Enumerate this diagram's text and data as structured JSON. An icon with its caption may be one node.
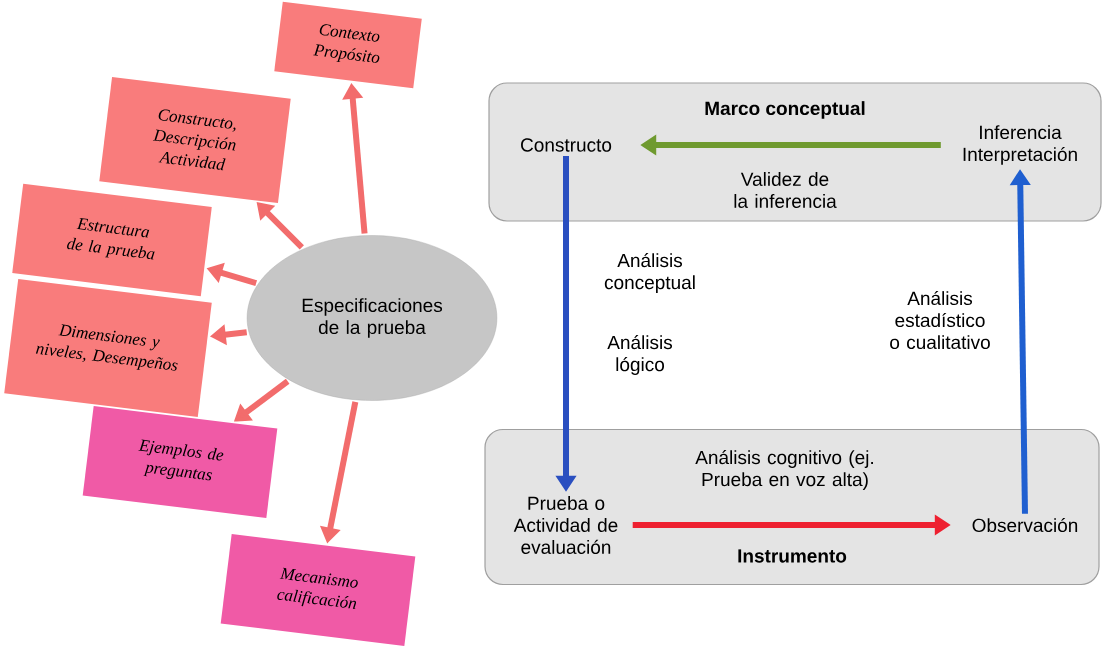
{
  "diagram": {
    "nodes": [
      {
        "text": [
          "Especificaciones de la prueba"
        ]
      },
      {
        "text": [
          "Contexto Propósito"
        ]
      },
      {
        "text": [
          "Constructo, Descripción Actividad"
        ]
      },
      {
        "text": [
          "Estructura de la prueba"
        ]
      },
      {
        "text": [
          "Dimensiones y niveles, Desempeños"
        ]
      },
      {
        "text": [
          "Ejemplos de preguntas"
        ]
      },
      {
        "text": [
          "Mecanismo calificación"
        ]
      },
      {
        "text": [
          "Marco conceptual"
        ]
      },
      {
        "text": [
          "Constructo"
        ],
        "in": 7
      },
      {
        "text": [
          "Inferencia Interpretación"
        ],
        "in": 7
      },
      {
        "text": [
          "Instrumento"
        ]
      },
      {
        "text": [
          "Prueba o Actividad de evaluación"
        ],
        "in": 10
      },
      {
        "text": [
          "Observación"
        ],
        "in": 10
      }
    ],
    "edges": [
      {
        "from": 0,
        "to": 1,
        "arrow": "to"
      },
      {
        "from": 0,
        "to": 2,
        "arrow": "to"
      },
      {
        "from": 0,
        "to": 3,
        "arrow": "to"
      },
      {
        "from": 0,
        "to": 4,
        "arrow": "to"
      },
      {
        "from": 0,
        "to": 5,
        "arrow": "to"
      },
      {
        "from": 0,
        "to": 6,
        "arrow": "to"
      },
      {
        "from": 9,
        "to": 8,
        "arrow": "to",
        "label": "Validez de la inferencia",
        "color": "#6f9a2f"
      },
      {
        "from": 8,
        "to": 11,
        "arrow": "to",
        "label": "Análisis conceptual",
        "color": "#2a4fc0"
      },
      {
        "from": 12,
        "to": 9,
        "arrow": "to",
        "label": "Análisis estadístico o cualitativo",
        "color": "#1f5fd0"
      },
      {
        "from": 11,
        "to": 12,
        "arrow": "to",
        "label": "Análisis cognitivo (ej. Prueba en voz alta)",
        "color": "#ee2030"
      }
    ],
    "labels": [
      "Análisis lógico"
    ]
  }
}
